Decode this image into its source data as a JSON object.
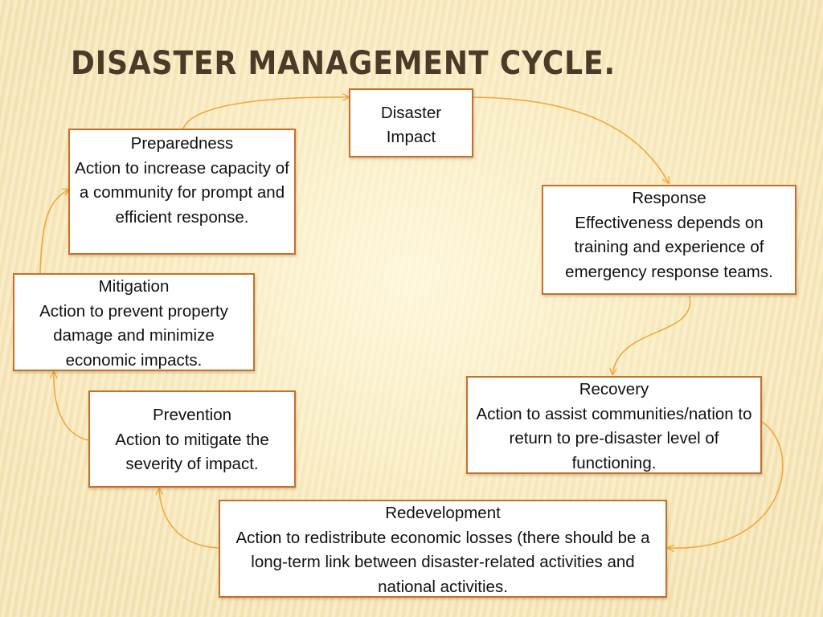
{
  "title": "DISASTER MANAGEMENT CYCLE.",
  "colors": {
    "border": "#c8702a",
    "arrow": "#f0a83c",
    "title": "#4a3a28",
    "background": "#f6e6b8"
  },
  "nodes": {
    "disaster_impact": {
      "head": "Disaster",
      "desc": "Impact"
    },
    "response": {
      "head": "Response",
      "desc": "Effectiveness depends on training and experience of emergency response teams."
    },
    "recovery": {
      "head": "Recovery",
      "desc": "Action to assist communities/nation to return to pre-disaster level of functioning."
    },
    "redevelopment": {
      "head": "Redevelopment",
      "desc": "Action to redistribute economic losses (there should be a long-term link between disaster-related activities and national activities."
    },
    "prevention": {
      "head": "Prevention",
      "desc": "Action to mitigate the severity of impact."
    },
    "mitigation": {
      "head": "Mitigation",
      "desc": "Action to prevent property damage and minimize economic impacts."
    },
    "preparedness": {
      "head": "Preparedness",
      "desc": "Action to increase capacity of a community for prompt and efficient response."
    }
  }
}
